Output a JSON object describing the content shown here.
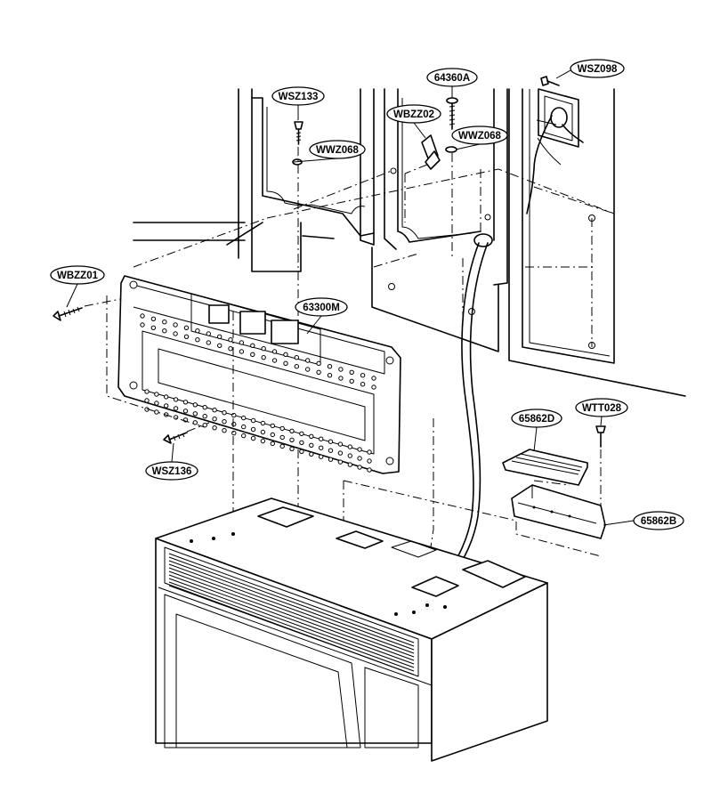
{
  "callouts": [
    {
      "id": "wsz098",
      "label": "WSZ098"
    },
    {
      "id": "64360a",
      "label": "64360A"
    },
    {
      "id": "wsz133",
      "label": "WSZ133"
    },
    {
      "id": "wbzz02",
      "label": "WBZZ02"
    },
    {
      "id": "wwz068a",
      "label": "WWZ068"
    },
    {
      "id": "wwz068b",
      "label": "WWZ068"
    },
    {
      "id": "wbzz01",
      "label": "WBZZ01"
    },
    {
      "id": "63300m",
      "label": "63300M"
    },
    {
      "id": "65862d",
      "label": "65862D"
    },
    {
      "id": "wtt028",
      "label": "WTT028"
    },
    {
      "id": "wsz136",
      "label": "WSZ136"
    },
    {
      "id": "65862b",
      "label": "65862B"
    }
  ]
}
